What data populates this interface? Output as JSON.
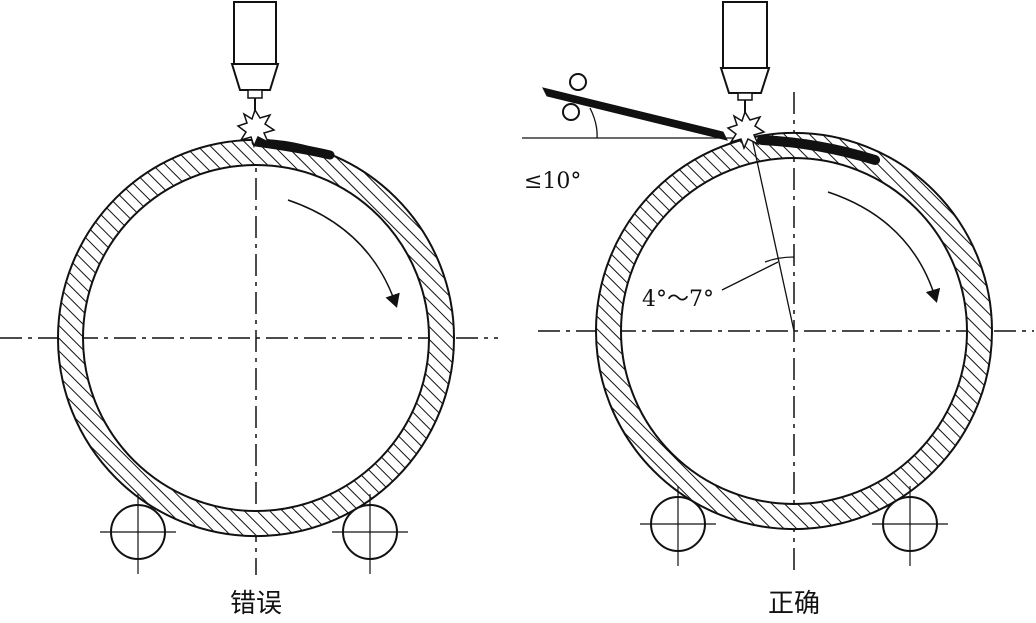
{
  "figure": {
    "left_panel": {
      "caption": "错误"
    },
    "right_panel": {
      "caption": "正确",
      "wire_angle_label": "≤10°",
      "torch_offset_label": "4°～7°"
    }
  }
}
